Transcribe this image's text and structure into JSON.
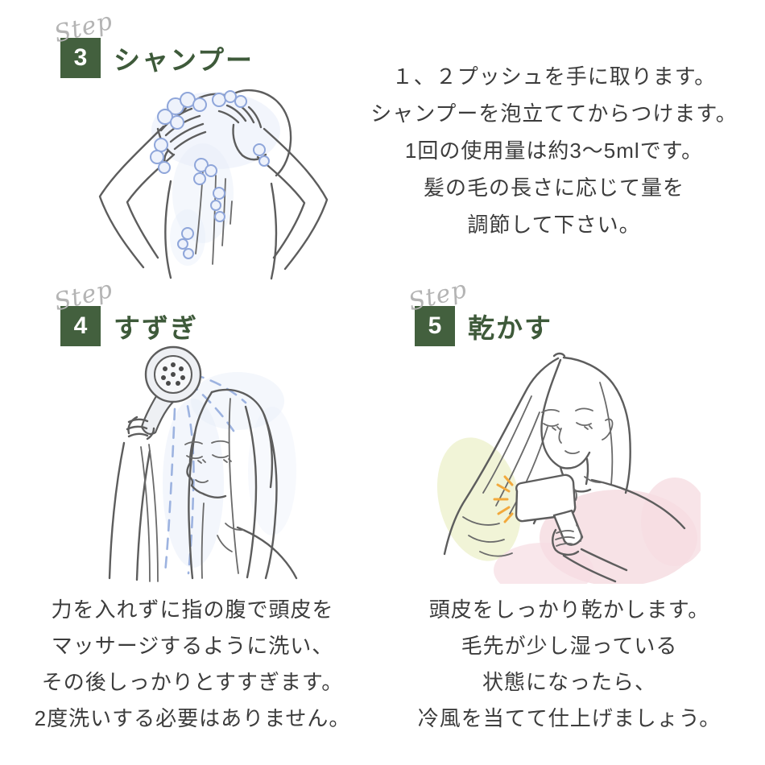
{
  "page": {
    "background": "#ffffff",
    "accent_green": "#43603e",
    "title_green": "#3e5a3a",
    "text_color": "#3c3c3c",
    "script_color": "#b4b4b4",
    "foam_blue": "#8fa6da",
    "water_blue": "#9db3e0",
    "wash_pink": "#f6dde2",
    "wash_green": "#eff3d3",
    "ray_orange": "#f2a93c"
  },
  "steps": [
    {
      "script_label": "Step",
      "number": "3",
      "title": "シャンプー",
      "illustration": "woman-shampooing-hair-back-view",
      "lines": [
        "１、２プッシュを手に取ります。",
        "シャンプーを泡立ててからつけます。",
        "1回の使用量は約3〜5mlです。",
        "髪の毛の長さに応じて量を",
        "調節して下さい。"
      ]
    },
    {
      "script_label": "Step",
      "number": "4",
      "title": "すずぎ",
      "illustration": "woman-rinsing-hair-with-shower-head",
      "lines": [
        "力を入れずに指の腹で頭皮を",
        "マッサージするように洗い、",
        "その後しっかりとすすぎます。",
        "2度洗いする必要はありません。"
      ]
    },
    {
      "script_label": "Step",
      "number": "5",
      "title": "乾かす",
      "illustration": "woman-drying-hair-with-hair-dryer",
      "lines": [
        "頭皮をしっかり乾かします。",
        "毛先が少し湿っている",
        "状態になったら、",
        "冷風を当てて仕上げましょう。"
      ]
    }
  ]
}
